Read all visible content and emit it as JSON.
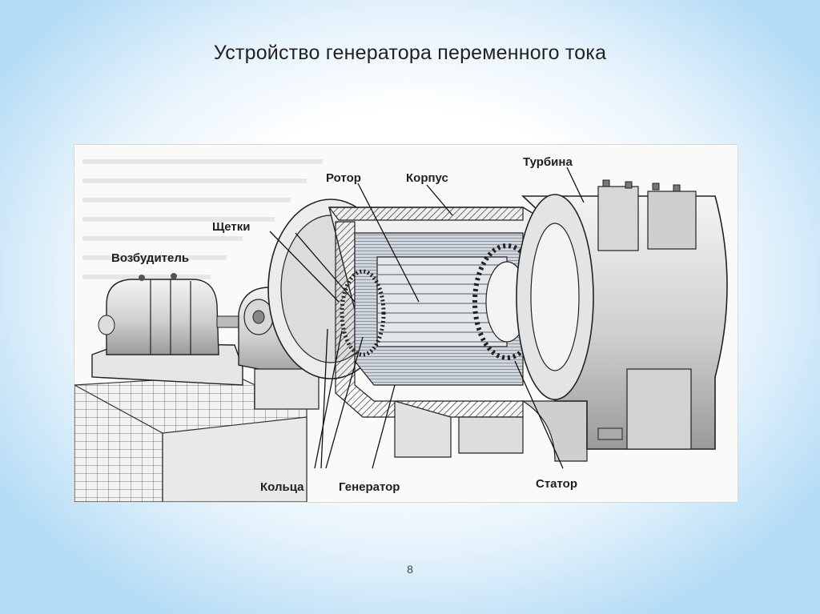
{
  "slide": {
    "title": "Устройство генератора переменного тока",
    "page_number": "8"
  },
  "diagram": {
    "labels": {
      "rotor": "Ротор",
      "housing": "Корпус",
      "turbine": "Турбина",
      "brushes": "Щетки",
      "exciter": "Возбудитель",
      "rings": "Кольца",
      "generator": "Генератор",
      "stator": "Статор"
    }
  }
}
